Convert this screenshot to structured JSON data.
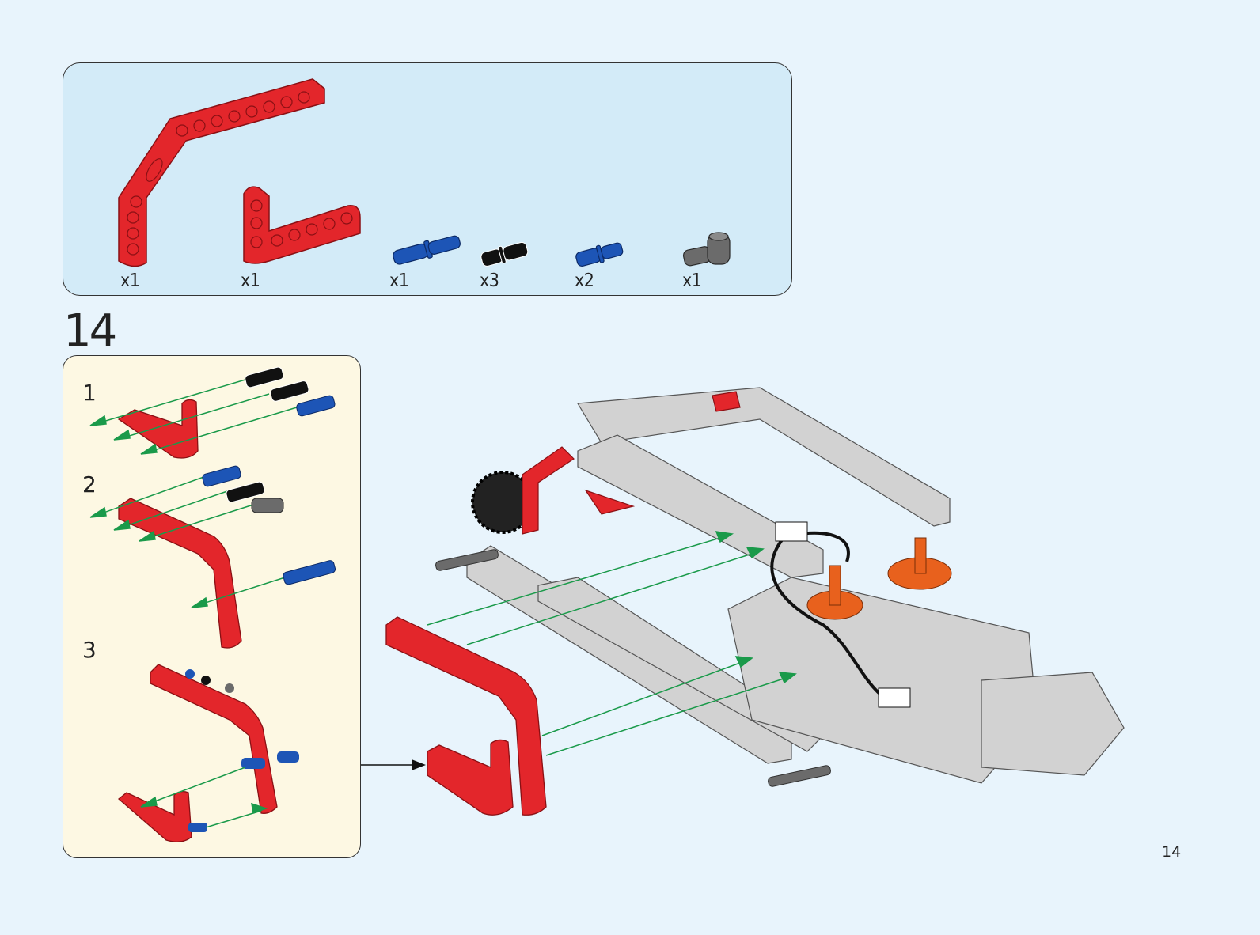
{
  "parts_list": {
    "items": [
      {
        "name": "red bent liftarm 3x7 (long)",
        "color": "#e3262b",
        "quantity": "x1"
      },
      {
        "name": "red L-liftarm 3x5",
        "color": "#e3262b",
        "quantity": "x1"
      },
      {
        "name": "blue axle pin 3L",
        "color": "#1d55b6",
        "quantity": "x1"
      },
      {
        "name": "black friction pin",
        "color": "#111111",
        "quantity": "x3"
      },
      {
        "name": "blue short axle pin",
        "color": "#1d55b6",
        "quantity": "x2"
      },
      {
        "name": "dark grey pin with pin hole",
        "color": "#6b6b6b",
        "quantity": "x1"
      }
    ]
  },
  "step": {
    "number": "14",
    "substeps": [
      {
        "label": "1"
      },
      {
        "label": "2"
      },
      {
        "label": "3"
      }
    ]
  },
  "colors": {
    "background": "#e8f4fc",
    "parts_box": "#d3ebf8",
    "substep_panel": "#fdf8e3",
    "beam_red": "#e3262b",
    "beam_grey": "#d2d2d2",
    "pin_blue": "#1d55b6",
    "motor_orange": "#e8611d",
    "arrow_green": "#1a9a4a"
  },
  "page": {
    "number": "14"
  }
}
